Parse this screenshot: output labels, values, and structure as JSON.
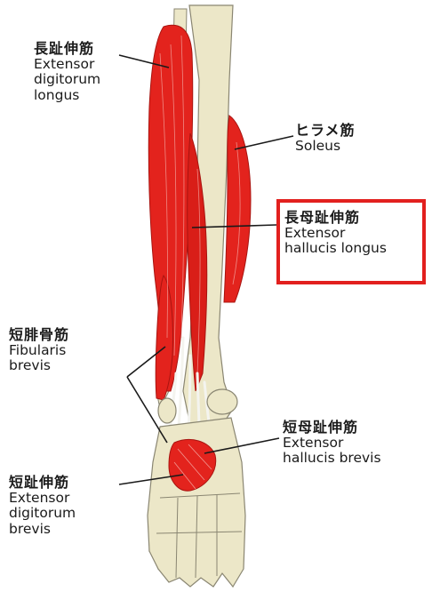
{
  "labels": {
    "edl": {
      "jp": "長趾伸筋",
      "en": [
        "Extensor",
        "digitorum",
        "longus"
      ]
    },
    "sol": {
      "jp": "ヒラメ筋",
      "en": [
        "Soleus"
      ]
    },
    "ehl": {
      "jp": "長母趾伸筋",
      "en": [
        "Extensor",
        "hallucis longus"
      ]
    },
    "fb": {
      "jp": "短腓骨筋",
      "en": [
        "Fibularis",
        "brevis"
      ]
    },
    "ehb": {
      "jp": "短母趾伸筋",
      "en": [
        "Extensor",
        "hallucis brevis"
      ]
    },
    "edb": {
      "jp": "短趾伸筋",
      "en": [
        "Extensor",
        "digitorum",
        "brevis"
      ]
    }
  },
  "colors": {
    "muscle": "#e3231d",
    "muscle_dark": "#a81410",
    "bone": "#ece7c8",
    "bone_outline": "#8a8672",
    "tendon": "#f4f4ef",
    "highlight_box": "#e2201e"
  }
}
